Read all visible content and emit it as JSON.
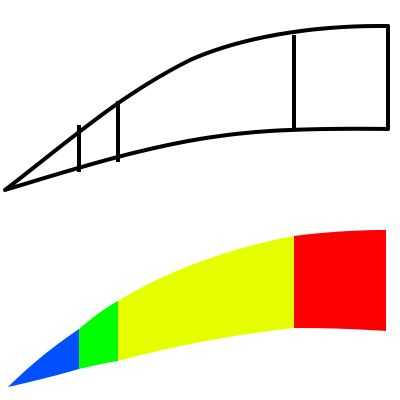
{
  "diagram": {
    "outline_stroke_color": "#000000",
    "segments": [
      {
        "name": "blue",
        "color": "#0050ff"
      },
      {
        "name": "green",
        "color": "#00ff00"
      },
      {
        "name": "yellow",
        "color": "#e6ff00"
      },
      {
        "name": "red",
        "color": "#ff0000"
      }
    ]
  }
}
